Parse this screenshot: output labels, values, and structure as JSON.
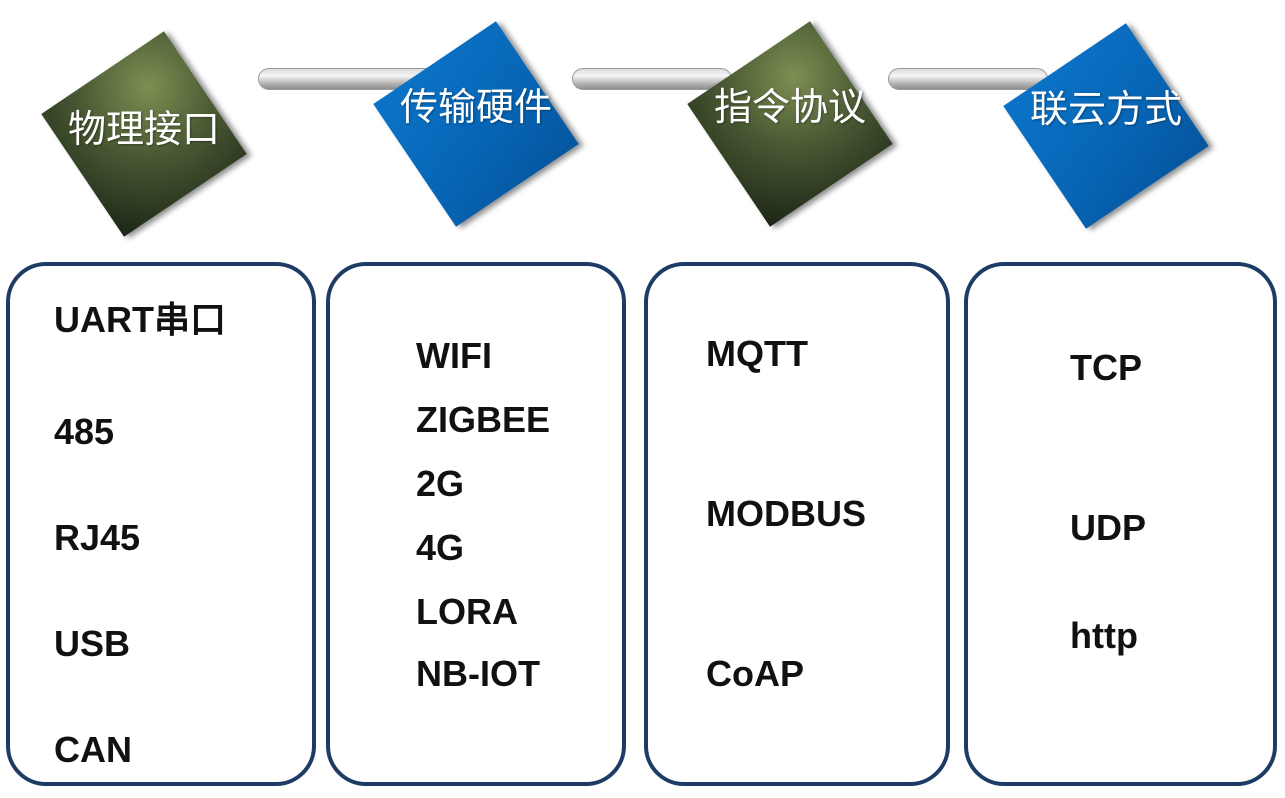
{
  "categories": [
    {
      "label": "物理接口",
      "style": "olive",
      "items": [
        "UART串口",
        "485",
        "RJ45",
        "USB",
        "CAN"
      ]
    },
    {
      "label": "传输硬件",
      "style": "blue",
      "items": [
        "WIFI",
        "ZIGBEE",
        "2G",
        "4G",
        "LORA",
        "NB-IOT"
      ]
    },
    {
      "label": "指令协议",
      "style": "olive",
      "items": [
        "MQTT",
        "MODBUS",
        "CoAP"
      ]
    },
    {
      "label": "联云方式",
      "style": "blue",
      "items": [
        "TCP",
        "UDP",
        "http"
      ]
    }
  ],
  "colors": {
    "olive_dark": "#1c2616",
    "olive_light": "#7d8f52",
    "blue": "#0764b4",
    "box_border": "#1d3b64"
  }
}
